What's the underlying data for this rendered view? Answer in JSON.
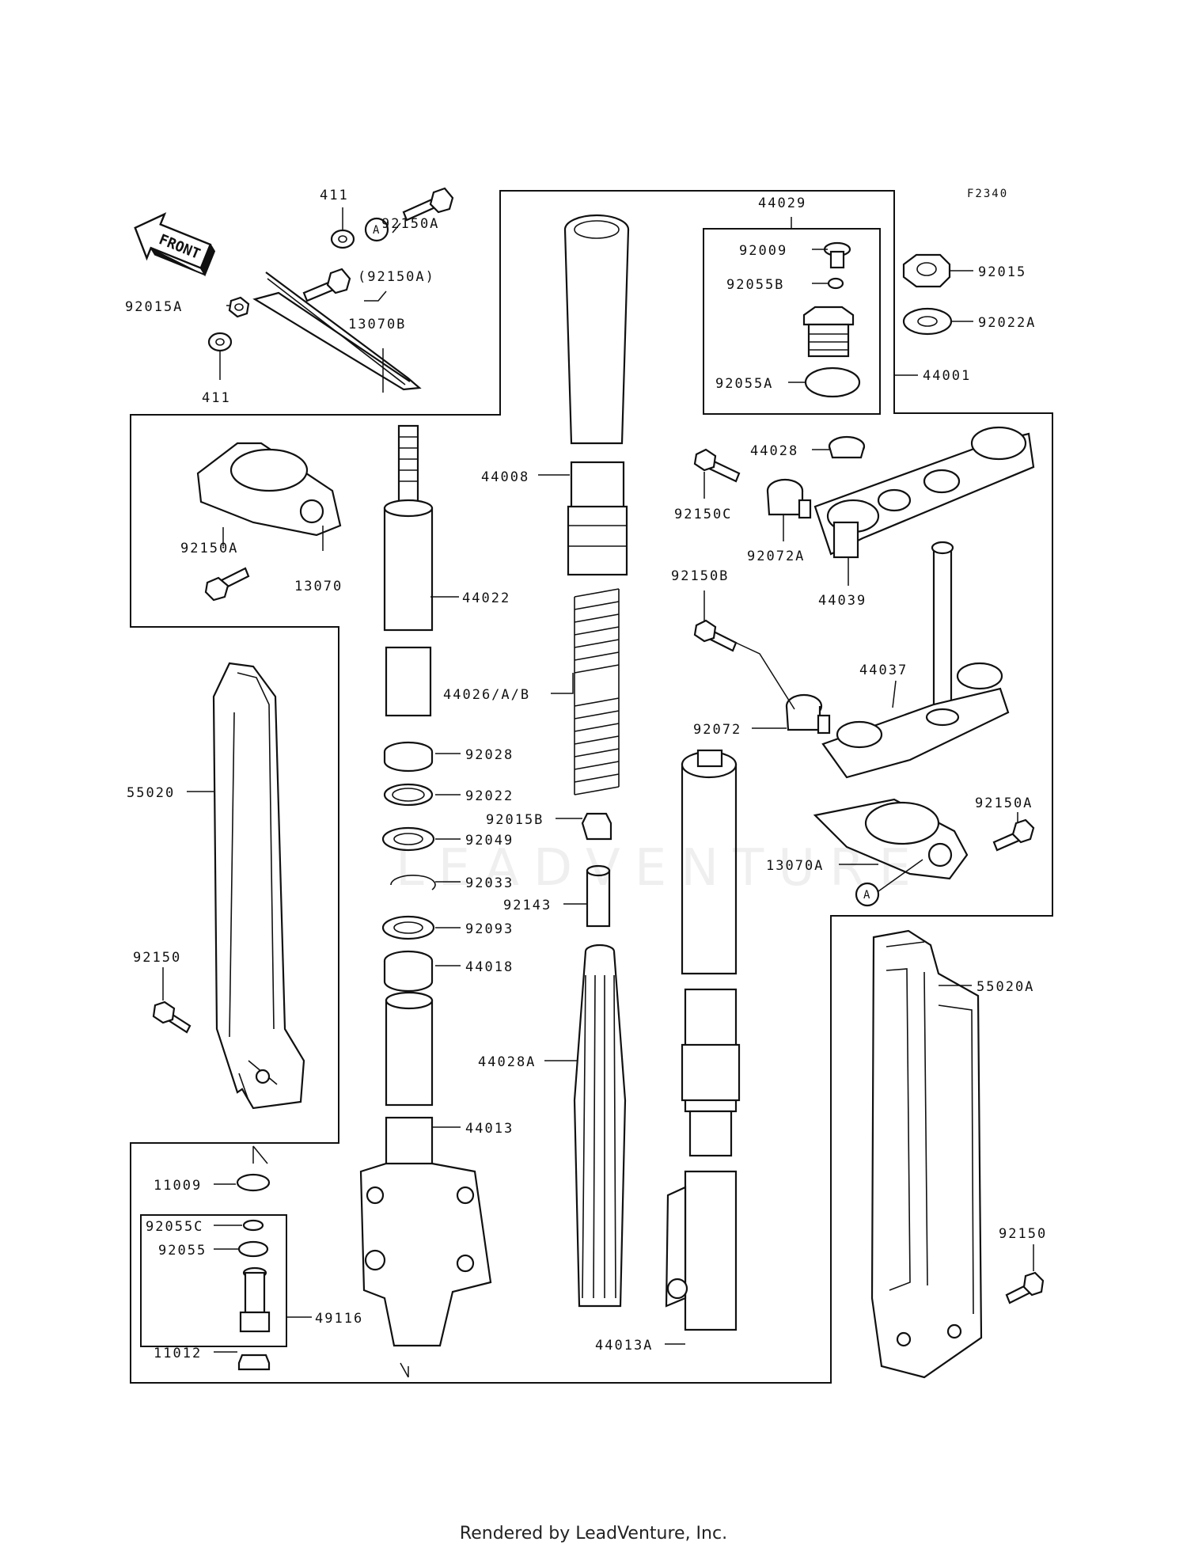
{
  "diagram": {
    "figure_code": "F2340",
    "front_label": "FRONT",
    "ref_marker": "A",
    "watermark": "LEADVENTURE",
    "footer": "Rendered by LeadVenture, Inc.",
    "callouts": {
      "p411a": "411",
      "p92150A": "92150A",
      "p92150Ap": "(92150A)",
      "p92015A": "92015A",
      "p13070B": "13070B",
      "p411b": "411",
      "p44029": "44029",
      "p92009": "92009",
      "p92055B": "92055B",
      "p92055A": "92055A",
      "p92015": "92015",
      "p92022A": "92022A",
      "p44001": "44001",
      "p44028": "44028",
      "p92150C": "92150C",
      "p92072A": "92072A",
      "p44039": "44039",
      "p92150B": "92150B",
      "p44037": "44037",
      "p92072": "92072",
      "p92150A_r": "92150A",
      "p13070A": "13070A",
      "p92150A_l": "92150A",
      "p13070": "13070",
      "p44008": "44008",
      "p44022": "44022",
      "p44026": "44026/A/B",
      "p92028": "92028",
      "p92022": "92022",
      "p92015B": "92015B",
      "p92049": "92049",
      "p92033": "92033",
      "p92143": "92143",
      "p92093": "92093",
      "p44018": "44018",
      "p55020": "55020",
      "p92150_l": "92150",
      "p44028A": "44028A",
      "p44013": "44013",
      "p55020A": "55020A",
      "p92150_r": "92150",
      "p11009": "11009",
      "p92055C": "92055C",
      "p92055": "92055",
      "p49116": "49116",
      "p11012": "11012",
      "p44013A": "44013A"
    }
  }
}
